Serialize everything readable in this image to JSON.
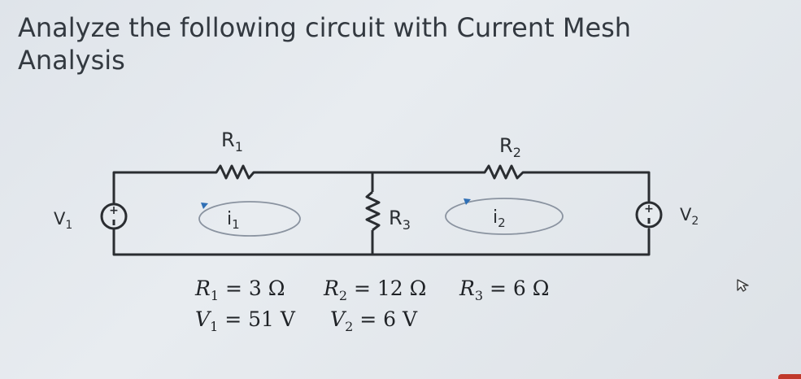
{
  "title": "Analyze the following circuit with Current Mesh Analysis",
  "circuit": {
    "labels": {
      "r1": "R",
      "r1_sub": "1",
      "r2": "R",
      "r2_sub": "2",
      "r3": "R",
      "r3_sub": "3",
      "v1": "V",
      "v1_sub": "1",
      "v2": "V",
      "v2_sub": "2",
      "i1": "i",
      "i1_sub": "1",
      "i2": "i",
      "i2_sub": "2"
    }
  },
  "equations": {
    "r1_label": "R",
    "r1_sub": "1",
    "r1_value": " = 3 Ω",
    "r2_label": "R",
    "r2_sub": "2",
    "r2_value": " = 12 Ω",
    "r3_label": "R",
    "r3_sub": "3",
    "r3_value": " = 6 Ω",
    "v1_label": "V",
    "v1_sub": "1",
    "v1_value": " = 51 V",
    "v2_label": "V",
    "v2_sub": "2",
    "v2_value": " = 6 V"
  },
  "colors": {
    "wire": "#2a2d31",
    "loop": "#7d8793",
    "arrow": "#2f6fb5"
  }
}
